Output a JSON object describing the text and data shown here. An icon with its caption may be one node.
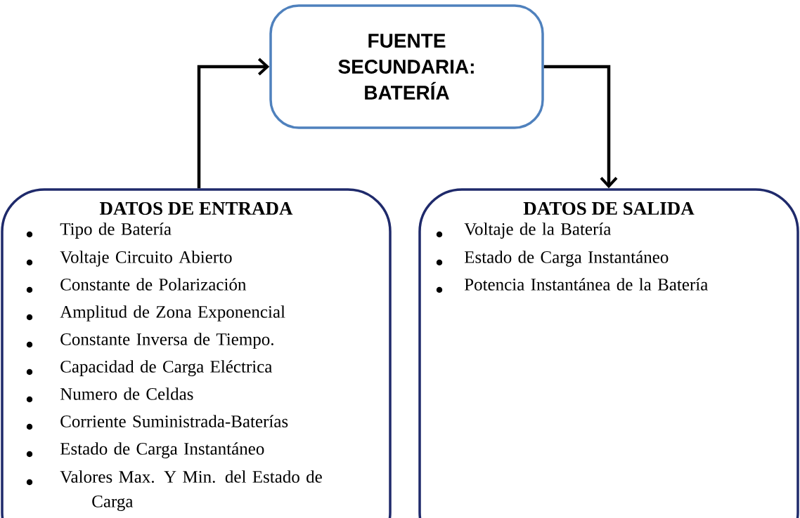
{
  "diagram": {
    "nodes": [
      {
        "text": [
          "FUENTE SECUNDARIA: BATERÍA"
        ]
      },
      {
        "text": [
          "DATOS DE ENTRADA",
          "Tipo de Batería",
          "Voltaje Circuito Abierto",
          "Constante de Polarización",
          "Amplitud de Zona Exponencial",
          "Constante Inversa de Tiempo.",
          "Capacidad de Carga Eléctrica",
          "Numero de Celdas",
          "Corriente Suministrada-Baterías",
          "Estado de Carga Instantáneo",
          "Valores Max. Y Min. del Estado de Carga"
        ]
      },
      {
        "text": [
          "DATOS DE SALIDA",
          "Voltaje de la Batería",
          "Estado de Carga Instantáneo",
          "Potencia Instantánea de la Batería"
        ]
      }
    ],
    "edges": [
      {
        "from": 1,
        "to": 0,
        "arrow": "to"
      },
      {
        "from": 0,
        "to": 2,
        "arrow": "to"
      }
    ]
  }
}
